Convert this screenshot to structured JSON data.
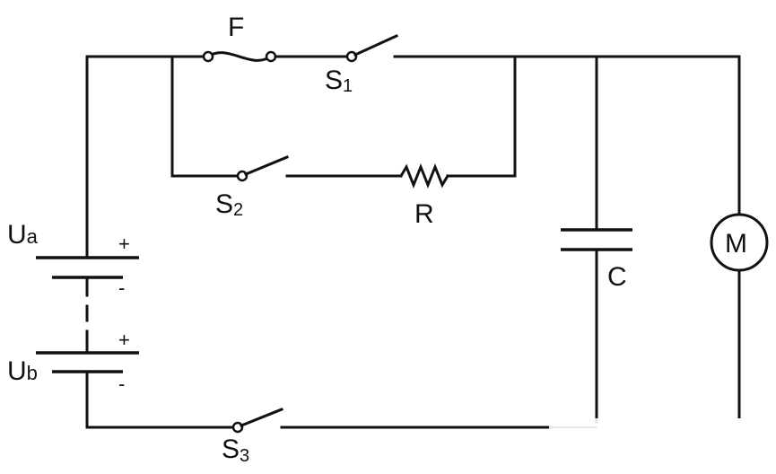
{
  "labels": {
    "fuse": "F",
    "switch1_main": "S",
    "switch1_sub": "1",
    "switch2_main": "S",
    "switch2_sub": "2",
    "switch3_main": "S",
    "switch3_sub": "3",
    "resistor": "R",
    "capacitor": "C",
    "motor": "M",
    "battery_a_main": "U",
    "battery_a_sub": "a",
    "battery_b_main": "U",
    "battery_b_sub": "b",
    "plus_a": "+",
    "minus_a": "-",
    "plus_b": "+",
    "minus_b": "-"
  },
  "colors": {
    "line": "#111111",
    "background": "#ffffff"
  }
}
